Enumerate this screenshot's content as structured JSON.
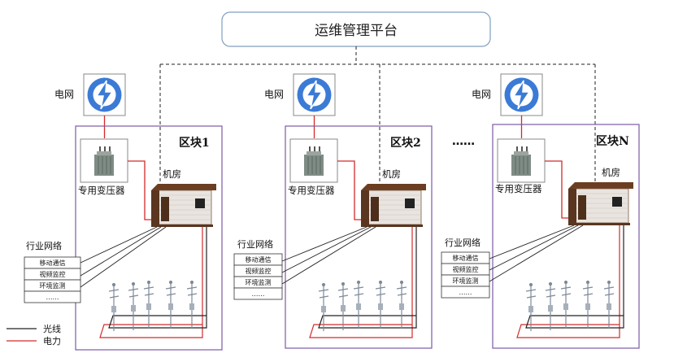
{
  "platform": {
    "title": "运维管理平台"
  },
  "labels": {
    "grid": "电网",
    "transformer": "专用变压器",
    "machine_room": "机房",
    "industry_network": "行业网络"
  },
  "blocks": [
    {
      "name": "区块1"
    },
    {
      "name": "区块2"
    },
    {
      "name": "区块N"
    }
  ],
  "ellipsis": "……",
  "network_items": [
    "移动通信",
    "视频监控",
    "环境监测",
    "……"
  ],
  "legend": {
    "fiber": "光线",
    "power": "电力"
  },
  "colors": {
    "block_border": "#7b5aa6",
    "power_line": "#d42a2a",
    "fiber_line": "#222222",
    "platform_border": "#7f9fc0",
    "grid_icon": "#3b7bd6"
  }
}
